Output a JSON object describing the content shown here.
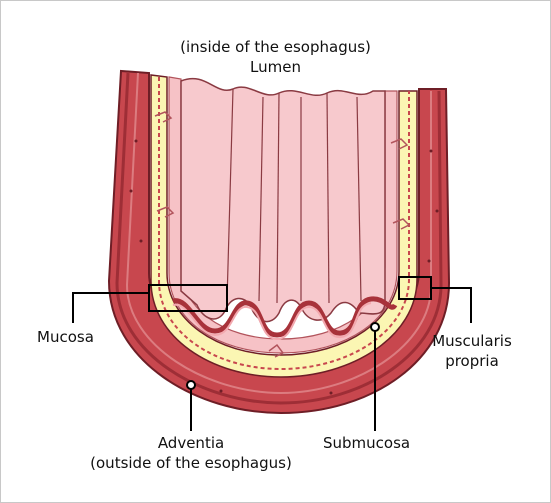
{
  "labels": {
    "top_line1": "(inside of the esophagus)",
    "top_line2": "Lumen",
    "mucosa": "Mucosa",
    "muscularis_line1": "Muscularis",
    "muscularis_line2": "propria",
    "adventia_line1": "Adventia",
    "adventia_line2": "(outside of the esophagus)",
    "submucosa": "Submucosa"
  },
  "colors": {
    "muscle": "#c8474e",
    "muscle_dark": "#9e2e36",
    "muscle_light": "#dc7c80",
    "submucosa": "#fbf6b3",
    "mucosa": "#f6c2c6",
    "lumen_fold": "#f7c9cd",
    "outline": "#6e1e26",
    "leader": "#000000"
  }
}
